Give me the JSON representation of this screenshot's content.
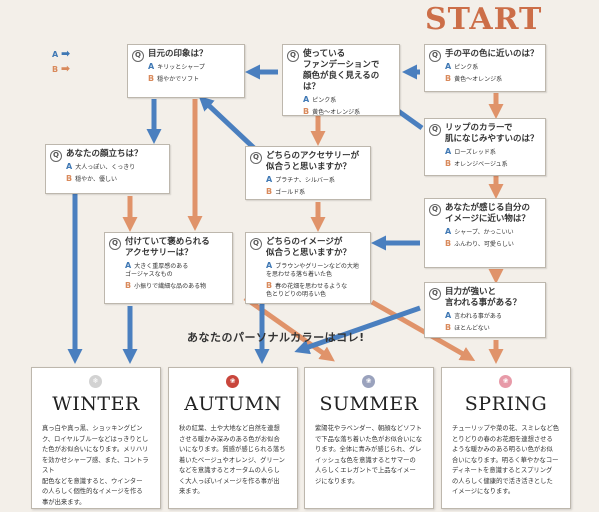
{
  "start_label": "START",
  "legend": {
    "a": "A",
    "b": "B"
  },
  "colors": {
    "a_arrow": "#4a7fbf",
    "b_arrow": "#e0936a",
    "start": "#cc6e48"
  },
  "questions": {
    "q1": {
      "text": "手の平の色に近いのは？",
      "a": "ピンク系",
      "b": "黄色～オレンジ系"
    },
    "q2": {
      "text": "使っている\nファンデーションで\n顔色が良く見えるのは？",
      "a": "ピンク系",
      "b": "黄色～オレンジ系"
    },
    "q3": {
      "text": "目元の印象は？",
      "a": "キリッとシャープ",
      "b": "穏やかでソフト"
    },
    "q4": {
      "text": "リップのカラーで\n肌になじみやすいのは？",
      "a": "ローズレッド系",
      "b": "オレンジベージュ系"
    },
    "q5": {
      "text": "あなたの顔立ちは？",
      "a": "大人っぽい、くっきり",
      "b": "穏やか、優しい"
    },
    "q6": {
      "text": "どちらのアクセサリーが\n似合うと思いますか？",
      "a": "プラチナ、シルバー系",
      "b": "ゴールド系"
    },
    "q7": {
      "text": "あなたが感じる自分の\nイメージに近い物は？",
      "a": "シャープ、かっこいい",
      "b": "ふんわり、可愛らしい"
    },
    "q8": {
      "text": "付けていて褒められる\nアクセサリーは？",
      "a": "大きく重厚感のある\nゴージャスなもの",
      "b": "小振りで繊細な品のある物"
    },
    "q9": {
      "text": "どちらのイメージが\n似合うと思いますか？",
      "a": "ブラウンやグリーンなどの大地\nを思わせる落ち着いた色",
      "b": "春の花畑を思わせるような\n色とりどりの明るい色"
    },
    "q10": {
      "text": "目力が強いと\n言われる事がある？",
      "a": "言われる事がある",
      "b": "ほとんどない"
    }
  },
  "banner": "あなたのパーソナルカラーはコレ!",
  "results": [
    {
      "title": "WINTER",
      "badge_color": "#cfcfcf",
      "desc": "真っ白や真っ黒、ショッキングピン\nク、ロイヤルブルーなどはっきりとし\nた色がお似合いになります。メリハリ\nを効かせシャープ感、また、コントラスト\n配色などを意識すると、ウインター\nの人らしく個性的なイメージを作る\n事が出来ます。"
    },
    {
      "title": "AUTUMN",
      "badge_color": "#c9463c",
      "desc": "秋の紅葉、土や大地など自然を連想\nさせる暖かみ深みのある色がお似合\nいになります。質感が感じられる落ち\n着いたベージュやオレンジ、グリーン\nなどを意識するとオータムの人らし\nく大人っぽいイメージを作る事が出\n来ます。"
    },
    {
      "title": "SUMMER",
      "badge_color": "#9aa2bd",
      "desc": "紫陽花やラベンダー、朝顔などソフト\nで下品な落ち着いた色がお似合いにな\nります。全体に青みが感じられ、グレ\nイッシュな色を意識するとサマーの\n人らしくエレガントで上品なイメー\nジになります。"
    },
    {
      "title": "SPRING",
      "badge_color": "#e79aa8",
      "desc": "チューリップや菜の花、スミレなど色\nとりどりの春のお花畑を連想させる\nような暖かみのある明るい色がお似\n合いになります。明るく華やかなコー\nディネートを意識するとスプリング\nの人らしく健康的で活き活きとした\nイメージになります。"
    }
  ]
}
